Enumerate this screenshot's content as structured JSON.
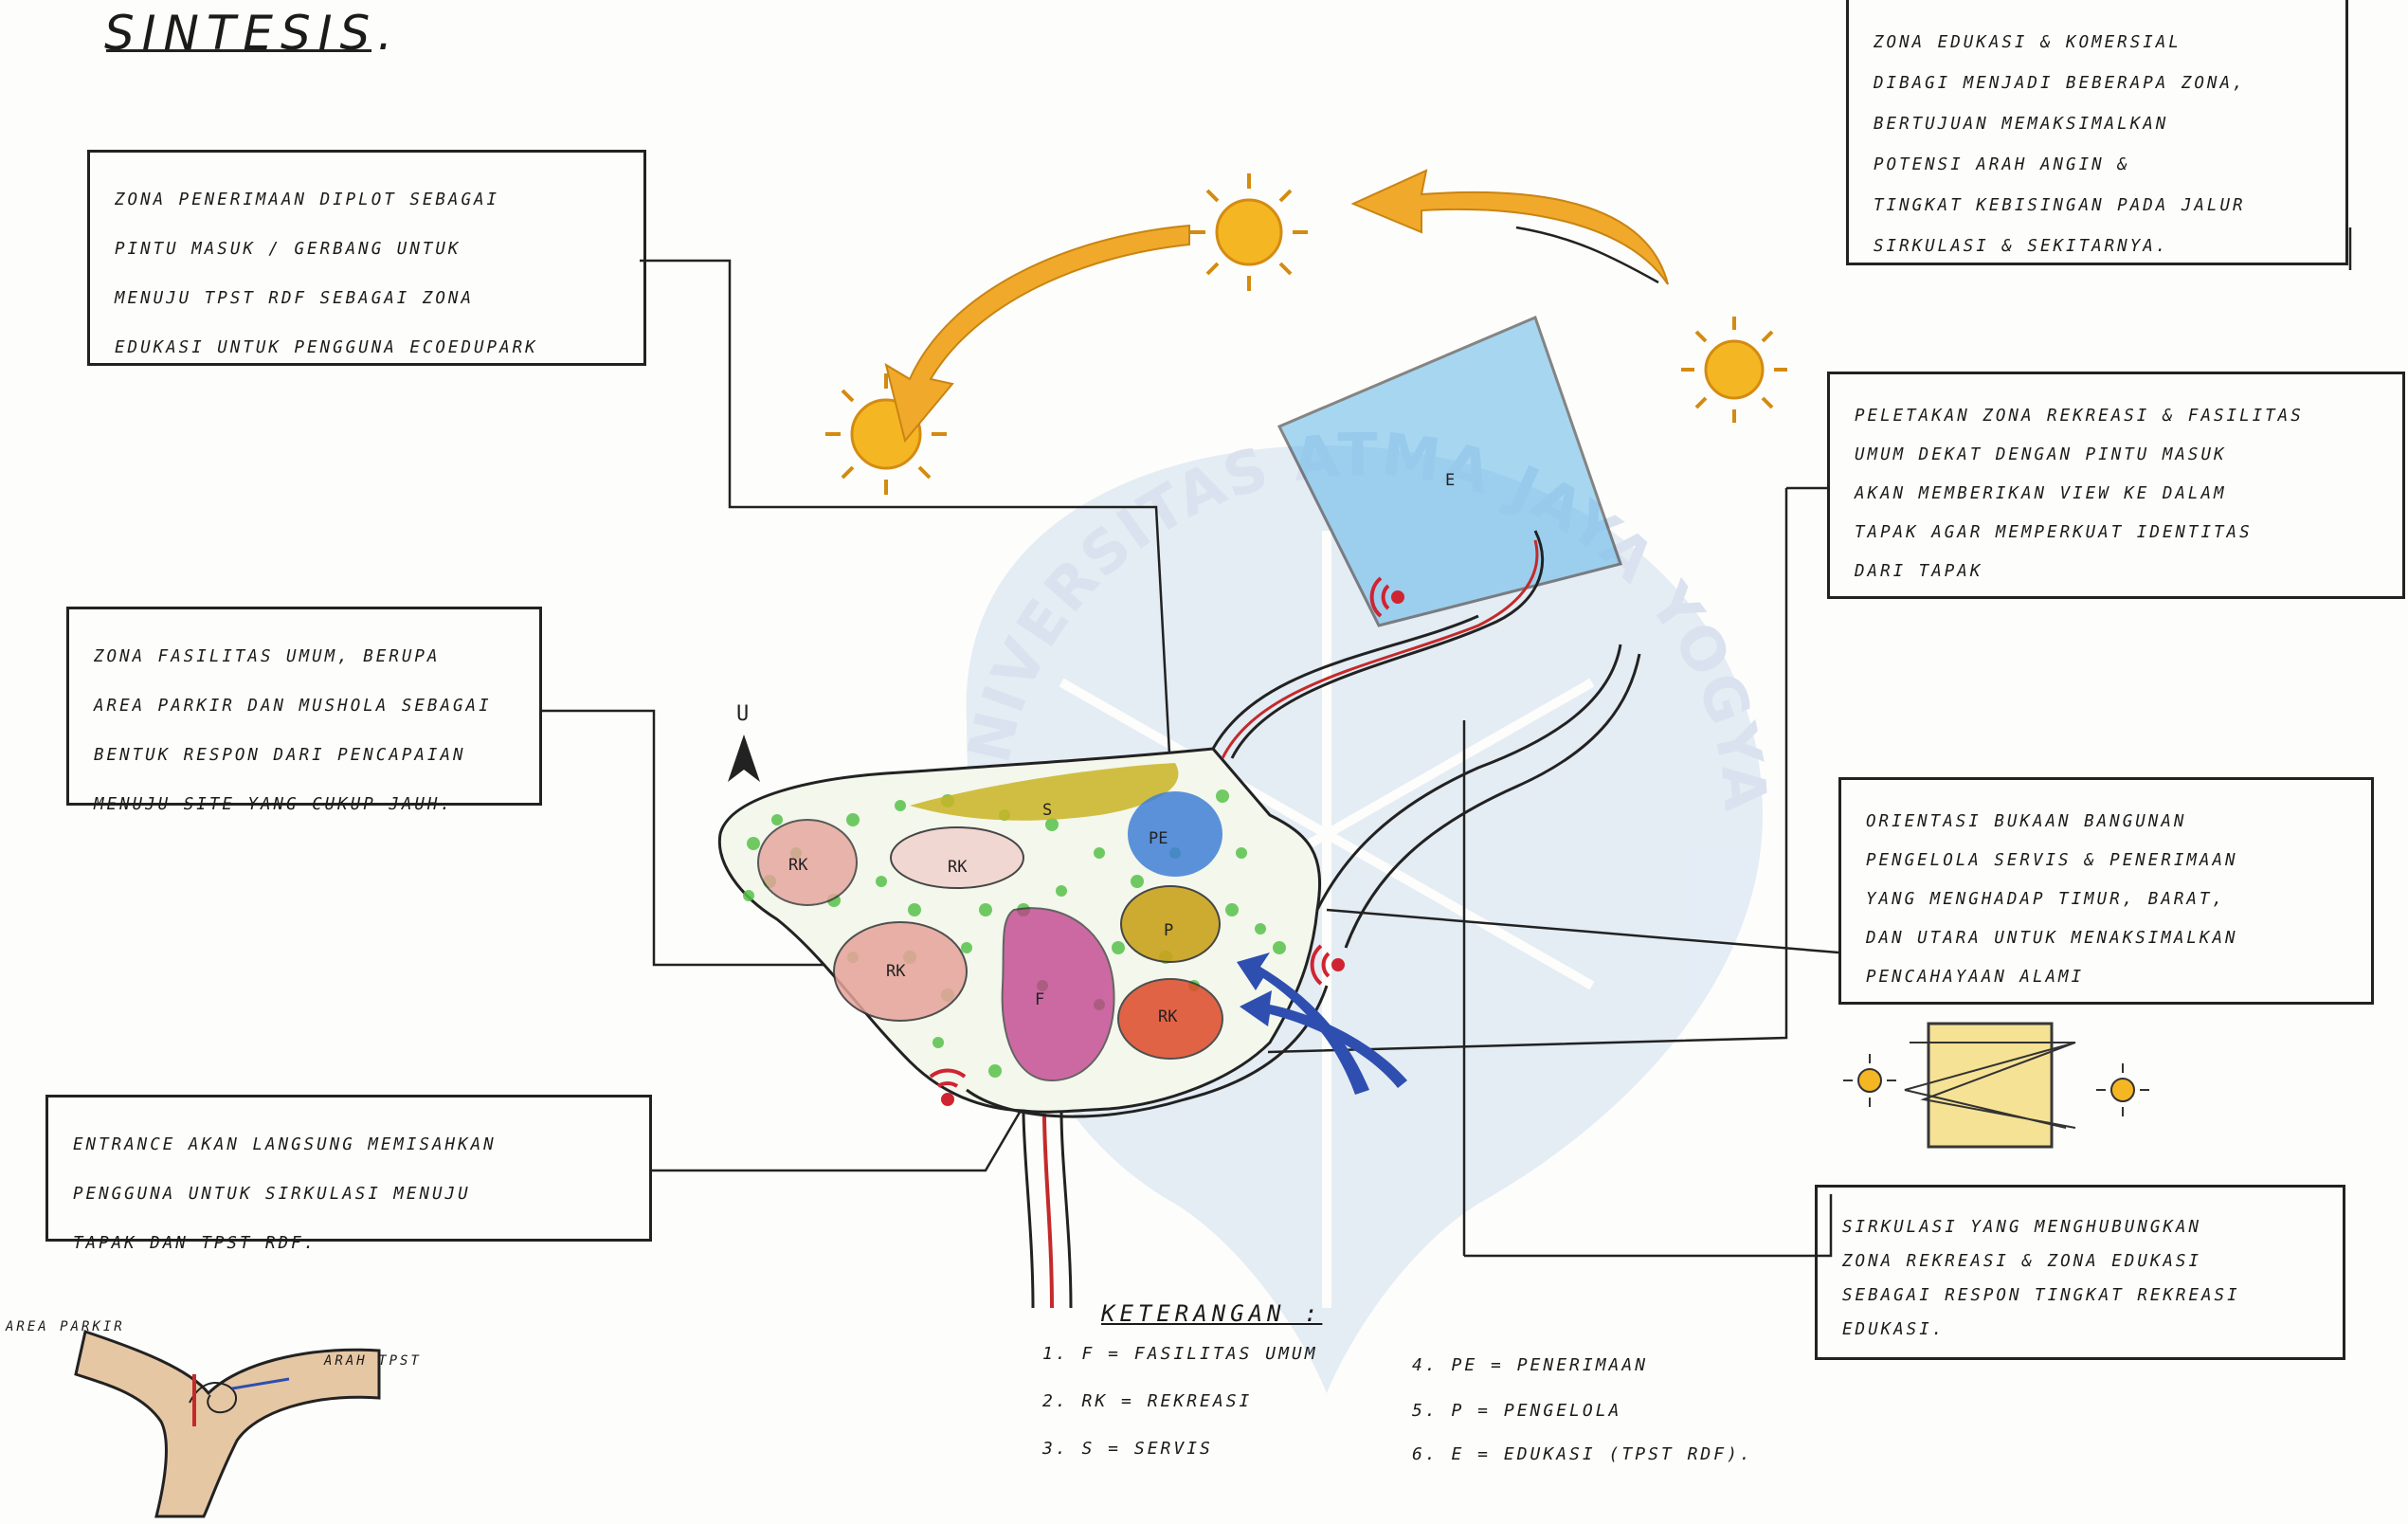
{
  "title": "SINTESIS.",
  "notes": {
    "reception": "ZONA PENERIMAAN DIPLOT SEBAGAI\nPINTU MASUK / GERBANG UNTUK\nMENUJU TPST RDF SEBAGAI ZONA\nEDUKASI UNTUK PENGGUNA ECOEDUPARK",
    "facilities": "ZONA FASILITAS UMUM, BERUPA\nAREA PARKIR DAN MUSHOLA SEBAGAI\nBENTUK RESPON DARI PENCAPAIAN\nMENUJU SITE YANG CUKUP JAUH.",
    "entrance": "ENTRANCE AKAN LANGSUNG MEMISAHKAN\nPENGGUNA UNTUK SIRKULASI MENUJU\nTAPAK DAN TPST RDF.",
    "commercial": "ZONA EDUKASI & KOMERSIAL\nDIBAGI MENJADI BEBERAPA ZONA,\nBERTUJUAN MEMAKSIMALKAN\nPOTENSI ARAH ANGIN &\nTINGKAT KEBISINGAN PADA JALUR\nSIRKULASI & SEKITARNYA.",
    "placement": "PELETAKAN ZONA REKREASI & FASILITAS\nUMUM DEKAT DENGAN PINTU MASUK\nAKAN MEMBERIKAN VIEW KE DALAM\nTAPAK AGAR MEMPERKUAT IDENTITAS\nDARI TAPAK",
    "orientation": "ORIENTASI BUKAAN BANGUNAN\nPENGELOLA SERVIS & PENERIMAAN\nYANG MENGHADAP TIMUR, BARAT,\nDAN UTARA UNTUK MENAKSIMALKAN\nPENCAHAYAAN ALAMI",
    "circulation": "SIRKULASI YANG MENGHUBUNGKAN\nZONA REKREASI & ZONA EDUKASI\nSEBAGAI RESPON TINGKAT REKREASI\nEDUKASI."
  },
  "north_label": "U",
  "zones": {
    "rk1": "RK",
    "rk2": "RK",
    "rk3": "RK",
    "s": "S",
    "pe": "PE",
    "p": "P",
    "f": "F",
    "rk4": "RK",
    "e": "E"
  },
  "small_map": {
    "label_left": "AREA PARKIR",
    "label_right": "ARAH TPST"
  },
  "legend": {
    "title": "KETERANGAN :",
    "items": [
      "1. F = FASILITAS UMUM",
      "2. RK = REKREASI",
      "3. S = SERVIS",
      "4. PE = PENERIMAAN",
      "5. P = PENGELOLA",
      "6. E = EDUKASI (TPST RDF)."
    ]
  },
  "watermark": "UNIVERSITAS ATMA JAYA YOGYAKARTA",
  "colors": {
    "sun": "#f5b623",
    "sun_arrow": "#f0a92a",
    "green": "#59c24a",
    "yellow_zone": "#c9b426",
    "blue_zone": "#3e7fd6",
    "magenta_zone": "#c03a8a",
    "red_zone": "#de4a2a",
    "pink_zone": "#e6a39a",
    "edu_blue": "#62b7ea",
    "noise_red": "#cf2431",
    "wind_blue": "#2e4fb0",
    "watermark": "#7fa3d6"
  }
}
